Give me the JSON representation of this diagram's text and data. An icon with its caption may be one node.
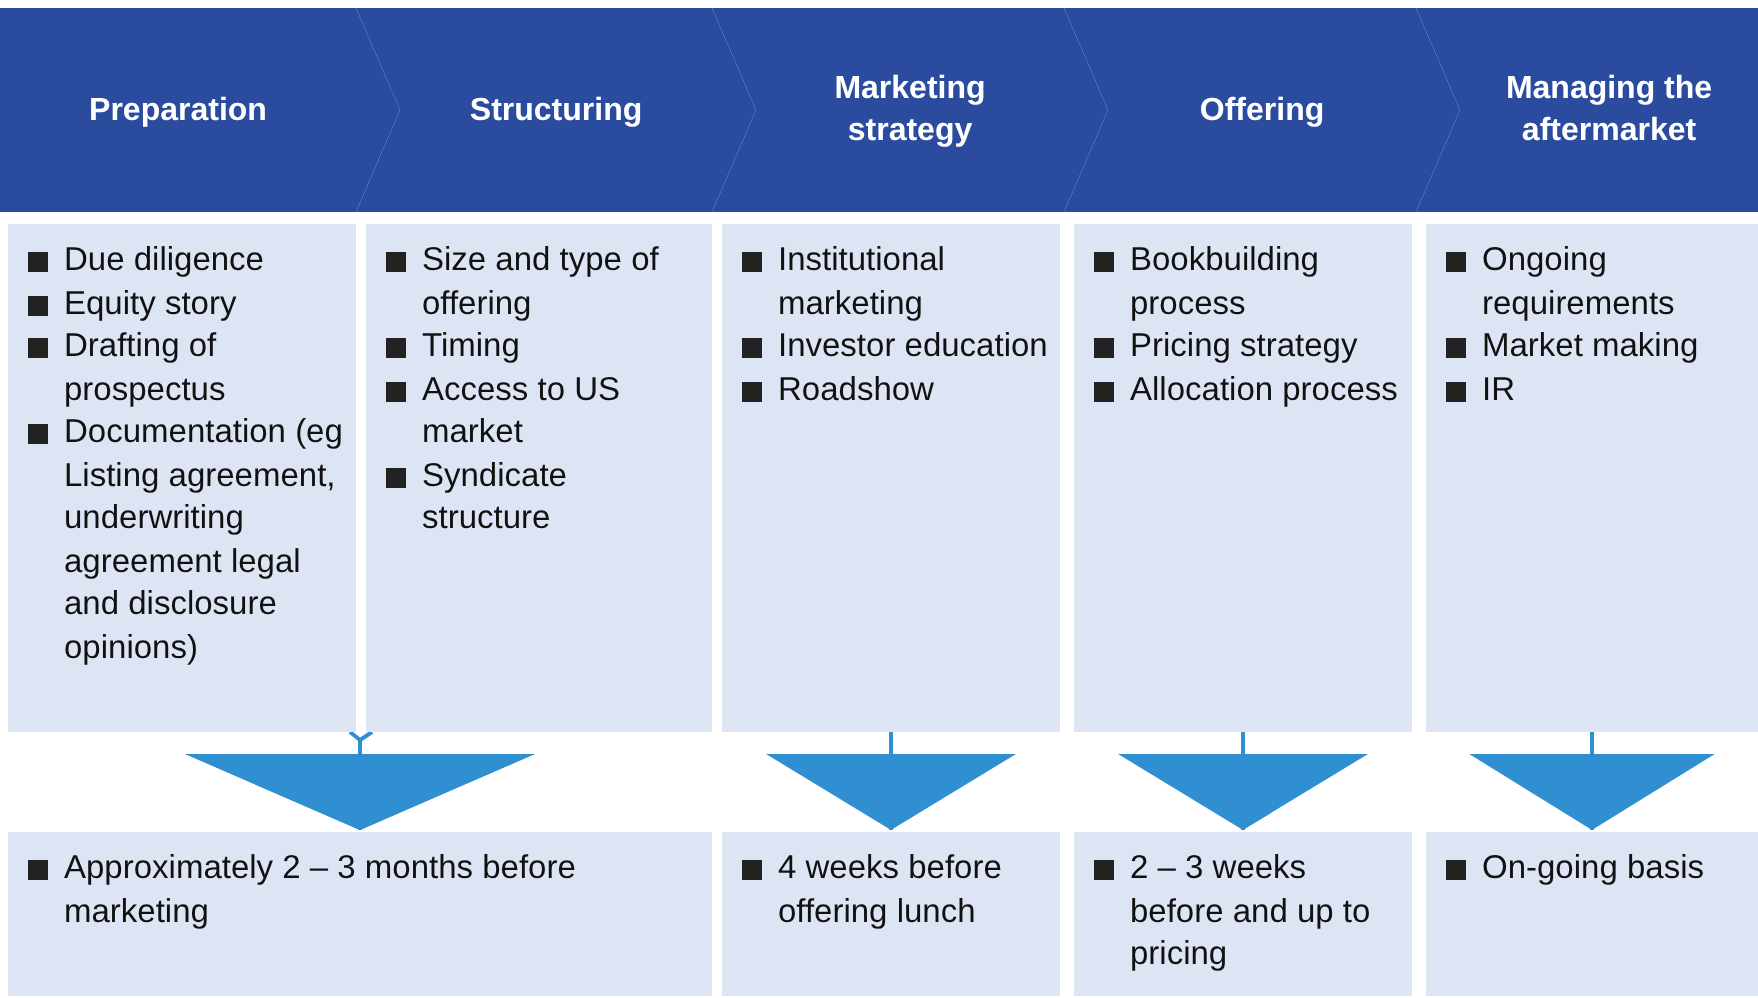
{
  "diagram": {
    "nodes": [
      {
        "text": [
          "Preparation"
        ]
      },
      {
        "text": [
          "Structuring"
        ]
      },
      {
        "text": [
          "Marketing strategy"
        ]
      },
      {
        "text": [
          "Offering"
        ]
      },
      {
        "text": [
          "Managing the aftermarket"
        ]
      },
      {
        "text": [
          "Due diligence",
          "Equity story",
          "Drafting of prospectus",
          "Documentation (eg Listing agreement, underwriting agreement legal and disclosure opinions)"
        ]
      },
      {
        "text": [
          "Size and type of offering",
          "Timing",
          "Access to US market",
          "Syndicate structure"
        ]
      },
      {
        "text": [
          "Institutional marketing",
          "Investor education",
          "Roadshow"
        ]
      },
      {
        "text": [
          "Bookbuilding process",
          "Pricing strategy",
          "Allocation process"
        ]
      },
      {
        "text": [
          "Ongoing requirements",
          "Market making",
          "IR"
        ]
      },
      {
        "text": [
          "Approximately 2 – 3 months before marketing"
        ]
      },
      {
        "text": [
          "4 weeks before offering lunch"
        ]
      },
      {
        "text": [
          "2 – 3 weeks before and up to pricing"
        ]
      },
      {
        "text": [
          "On-going basis"
        ]
      }
    ],
    "edges": [
      {
        "from": 5,
        "to": 10,
        "arrow": "to"
      },
      {
        "from": 6,
        "to": 10,
        "arrow": "to"
      },
      {
        "from": 7,
        "to": 11,
        "arrow": "to"
      },
      {
        "from": 8,
        "to": 12,
        "arrow": "to"
      },
      {
        "from": 9,
        "to": 13,
        "arrow": "to"
      }
    ]
  }
}
